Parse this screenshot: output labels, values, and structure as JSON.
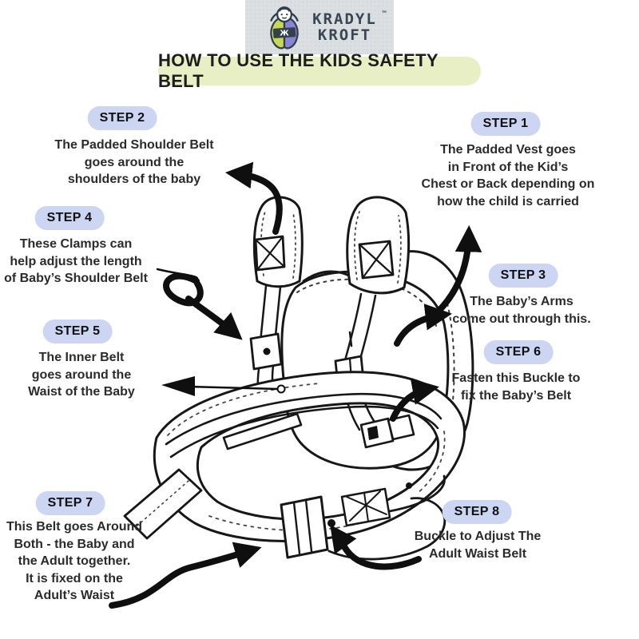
{
  "brand": {
    "logo_text_line1": "KRADYL",
    "logo_text_line2": "KROFT",
    "trademark": "™",
    "logo_monogram": "Ж",
    "colors": {
      "swaddle_left": "#c6d854",
      "swaddle_right": "#8a83d6",
      "outline": "#2f3e4a",
      "logo_box_bg": "#dcdfe2"
    }
  },
  "title": {
    "text": "HOW TO USE THE KIDS SAFETY BELT",
    "bg": "#e9efc4"
  },
  "accents": {
    "step_badge_bg": "#ccd6f2",
    "body_text_color": "#2b2b2b",
    "line_art_color": "#171717"
  },
  "steps": [
    {
      "label": "STEP 1",
      "text": "The Padded Vest goes\nin Front of the Kid’s\nChest or Back depending on\nhow the child is carried"
    },
    {
      "label": "STEP 2",
      "text": "The Padded Shoulder Belt\ngoes around the\nshoulders of the baby"
    },
    {
      "label": "STEP 3",
      "text": "The Baby’s Arms\ncome out through this."
    },
    {
      "label": "STEP 4",
      "text": "These Clamps can\nhelp adjust the length\nof Baby’s Shoulder Belt"
    },
    {
      "label": "STEP 5",
      "text": "The Inner Belt\ngoes around the\nWaist of the Baby"
    },
    {
      "label": "STEP 6",
      "text": "Fasten this Buckle to\nfix the Baby’s Belt"
    },
    {
      "label": "STEP 7",
      "text": "This Belt goes Around\nBoth - the Baby and\nthe Adult together.\nIt is fixed on the\nAdult’s Waist"
    },
    {
      "label": "STEP 8",
      "text": "Buckle to Adjust The\nAdult Waist Belt"
    }
  ]
}
